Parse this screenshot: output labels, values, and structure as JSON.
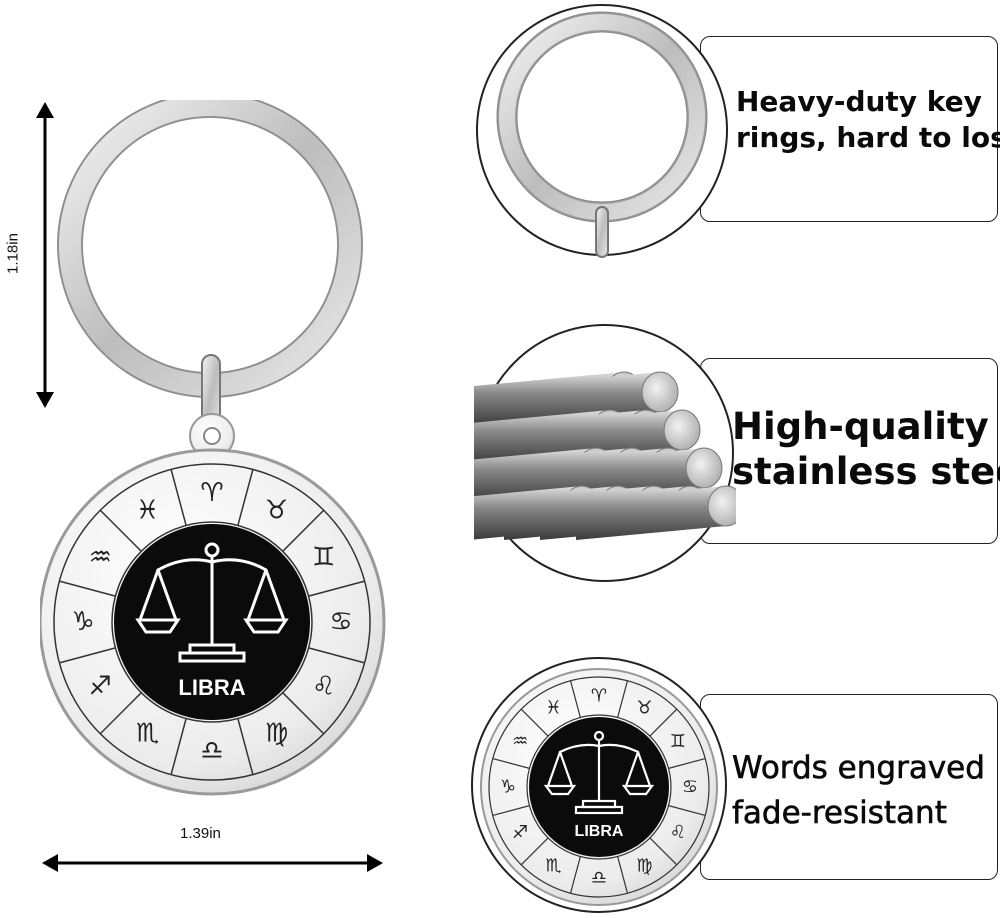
{
  "dimensions": {
    "height": "1.18in",
    "width": "1.39in"
  },
  "main_product": {
    "label": "LIBRA"
  },
  "features": [
    {
      "name": "key-ring",
      "lines": [
        "Heavy-duty key",
        "rings, hard to lose"
      ]
    },
    {
      "name": "stainless-steel",
      "lines": [
        "High-quality",
        "stainless steel"
      ]
    },
    {
      "name": "engraved",
      "lines": [
        "Words engraved",
        "fade-resistant"
      ]
    }
  ],
  "detail_product": {
    "label": "LIBRA"
  },
  "zodiac_symbols": [
    "♓",
    "♈",
    "♉",
    "♊",
    "♋",
    "♌",
    "♍",
    "♎",
    "♏",
    "♐",
    "♑",
    "♒"
  ]
}
